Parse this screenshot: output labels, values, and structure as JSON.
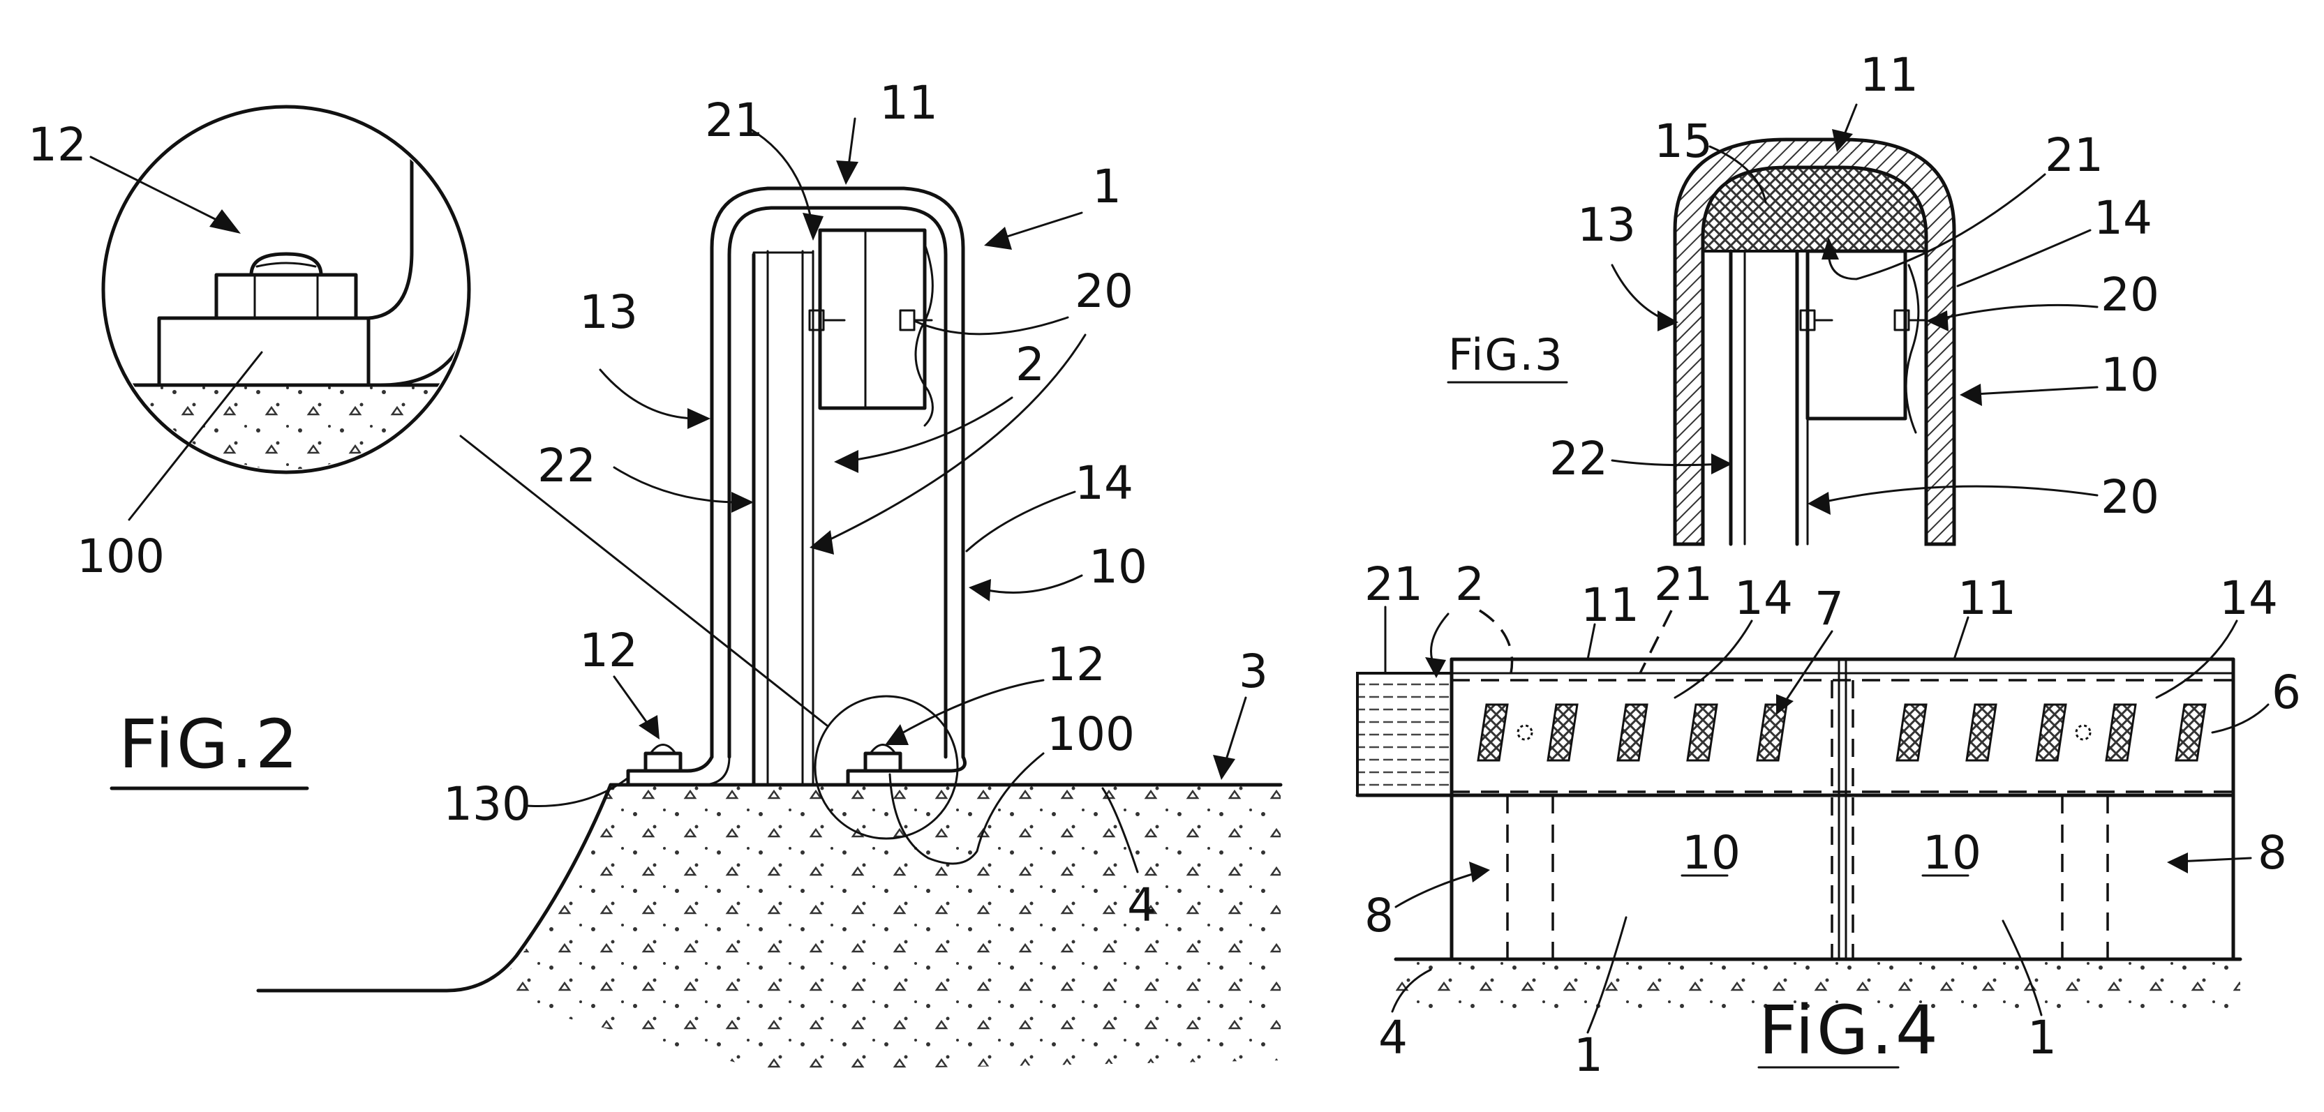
{
  "figures": {
    "fig2": {
      "title": "FiG.2"
    },
    "fig3": {
      "title": "FiG.3"
    },
    "fig4": {
      "title": "FiG.4"
    }
  },
  "fig2_labels": {
    "detail_12": "12",
    "detail_100": "100",
    "l21": "21",
    "l11": "11",
    "l1": "1",
    "l13": "13",
    "l20": "20",
    "l2": "2",
    "l22": "22",
    "l14": "14",
    "l10": "10",
    "l12_left": "12",
    "l12_right": "12",
    "l3": "3",
    "l100": "100",
    "l130": "130",
    "l4": "4"
  },
  "fig3_labels": {
    "l11": "11",
    "l15": "15",
    "l21": "21",
    "l13": "13",
    "l14": "14",
    "l20_top": "20",
    "l10": "10",
    "l22": "22",
    "l20_bottom": "20"
  },
  "fig4_labels": {
    "l21_left": "21",
    "l2": "2",
    "l11_left": "11",
    "l21_mid": "21",
    "l14_left": "14",
    "l7": "7",
    "l11_right": "11",
    "l14_right": "14",
    "l6": "6",
    "l10_left": "10",
    "l10_right": "10",
    "l8_left": "8",
    "l8_right": "8",
    "l4": "4",
    "l1_left": "1",
    "l1_right": "1"
  }
}
